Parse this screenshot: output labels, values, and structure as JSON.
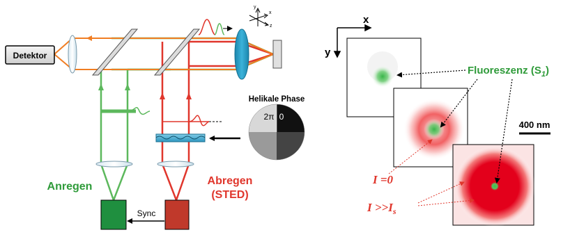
{
  "setup": {
    "detector_label": "Detektor",
    "excitation_label": "Anregen",
    "depletion_label_line1": "Abregen",
    "depletion_label_line2": "(STED)",
    "sync_label": "Sync",
    "helical_phase_title": "Helikale Phase",
    "phase_2pi": "2π",
    "phase_zero": "0",
    "axis_x": "x",
    "axis_y": "y",
    "axis_z": "z"
  },
  "images": {
    "axis_x": "x",
    "axis_y": "y",
    "fluorescence_label": "Fluoreszenz (S",
    "fluorescence_sub": "1",
    "fluorescence_close": ")",
    "scale_bar_label": "400 nm",
    "intensity_zero_I": "I",
    "intensity_zero_eq": " =0",
    "intensity_high_I": "I",
    "intensity_high_gg": " >>I",
    "intensity_high_sub": "s"
  },
  "colors": {
    "excitation_green": "#5cb85c",
    "depletion_red": "#e0362c",
    "orange_fluorescence": "#f07d22",
    "lens_blue": "#2aa0c8",
    "green_laser_box": "#1f8f3f",
    "red_laser_box": "#c0392b",
    "label_green": "#2f9b3a",
    "label_red": "#e0362c"
  }
}
